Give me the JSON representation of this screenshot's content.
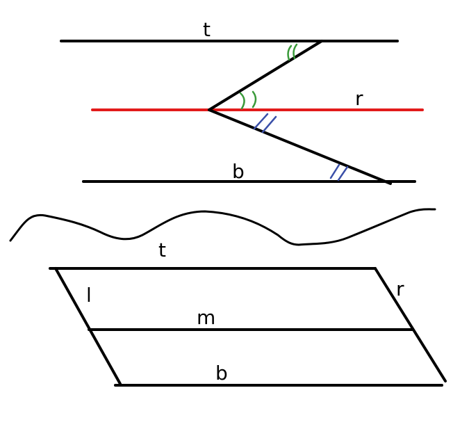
{
  "top_figure": {
    "labels": {
      "line_t": "t",
      "line_r": "r",
      "line_b": "b"
    },
    "colors": {
      "transversal_r": "#e21b1b",
      "angle_marks_upper": "#3a9a3a",
      "angle_marks_lower": "#3a4fa8",
      "lines": "#000000"
    }
  },
  "bottom_figure": {
    "labels": {
      "line_t": "t",
      "line_l": "l",
      "line_m": "m",
      "line_r": "r",
      "line_b": "b"
    }
  }
}
